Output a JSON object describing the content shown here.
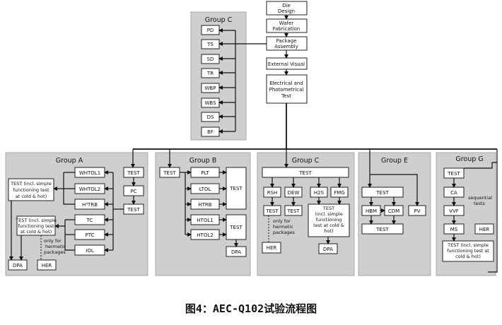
{
  "caption": "图4：AEC-Q102试验流程图",
  "flow": {
    "die_design": [
      "Die",
      "Design"
    ],
    "wafer_fabrication": [
      "Wafer",
      "Fabrication"
    ],
    "package_assembly": [
      "Package",
      "Assembly"
    ],
    "external_visual": "External Visual",
    "electrical_test": [
      "Electrical and",
      "Photometrical",
      "Test"
    ]
  },
  "group_c_top": {
    "title": "Group C",
    "items": [
      "PD",
      "TS",
      "SD",
      "TR",
      "WBP",
      "WBS",
      "DS",
      "BF"
    ]
  },
  "group_a": {
    "title": "Group A",
    "test": "TEST",
    "pc": "PC",
    "whtol1": "WHTOL1",
    "whtol2": "WHTOL2",
    "h3trb": "H³TRB",
    "tc": "TC",
    "ptc": "PTC",
    "iol": "IOL",
    "dpa": "DPA",
    "her": "HER",
    "test_simple_1": [
      "TEST (incl. simple",
      "functioning test",
      "at cold & hot)"
    ],
    "test_simple_2": [
      "TEST (incl. simple",
      "functioning test",
      "at cold & hot)"
    ],
    "note": [
      "only for",
      "hermetic",
      "packages"
    ]
  },
  "group_b": {
    "title": "Group B",
    "test": "TEST",
    "plt": "PLT",
    "ltol": "LTOL",
    "htrb": "HTRB",
    "htol1": "HTOL1",
    "htol2": "HTOL2",
    "dpa": "DPA"
  },
  "group_c": {
    "title": "Group C",
    "test": "TEST",
    "rsh": "RSH",
    "dew": "DEW",
    "h2s": "H2S",
    "fmg": "FMG",
    "her": "HER",
    "dpa": "DPA",
    "test_simple": [
      "TEST",
      "(incl. simple",
      "functioning",
      "test at cold &",
      "hot)"
    ],
    "note": [
      "only for",
      "hermetic",
      "packages"
    ]
  },
  "group_e": {
    "title": "Group E",
    "test": "TEST",
    "hbm": "HBM",
    "cdm": "CDM",
    "pv": "PV"
  },
  "group_g": {
    "title": "Group G",
    "test": "TEST",
    "ca": "CA",
    "vvf": "VVF",
    "ms": "MS",
    "her": "HER",
    "sequential": [
      "sequential",
      "tests"
    ],
    "test_simple": [
      "TEST (incl. simple",
      "functioning test at",
      "cold & hot)"
    ]
  }
}
